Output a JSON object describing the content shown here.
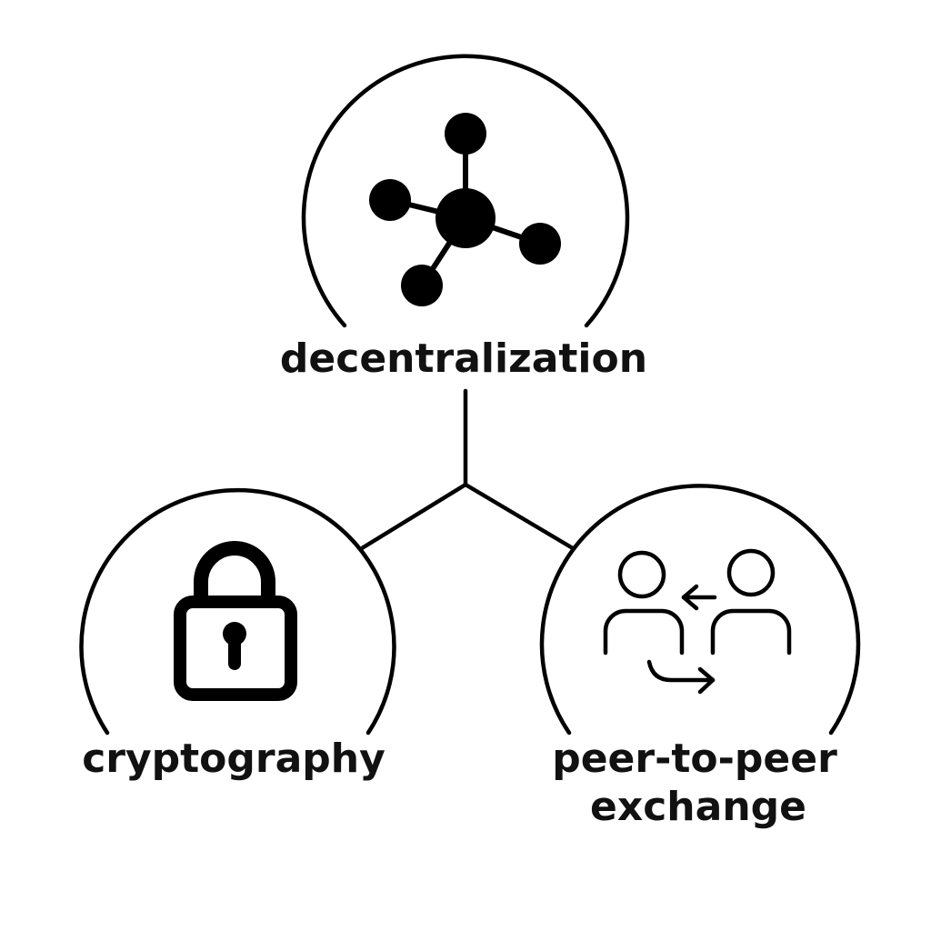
{
  "nodes": {
    "top": {
      "label": "decentralization",
      "icon": "network-hub-icon"
    },
    "left": {
      "label": "cryptography",
      "icon": "padlock-icon"
    },
    "right": {
      "label_line1": "peer-to-peer",
      "label_line2": "exchange",
      "icon": "people-exchange-icon"
    }
  },
  "colors": {
    "stroke": "#000000",
    "background": "#ffffff"
  }
}
